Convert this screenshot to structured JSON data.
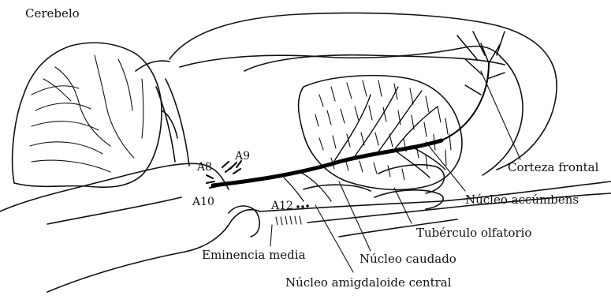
{
  "labels": {
    "cerebelo": "Cerebelo",
    "a9": "A9",
    "a8": "A8",
    "a10": "A10",
    "a12": "A12",
    "corteza_frontal": "Corteza frontal",
    "nucleo_accumbens": "Núcleo accúmbens",
    "tuberculo_olfatorio": "Tubérculo olfatorio",
    "eminencia_media": "Eminencia media",
    "nucleo_caudado": "Núcleo caudado",
    "nucleo_amigdaloide": "Núcleo amigdaloide central"
  }
}
